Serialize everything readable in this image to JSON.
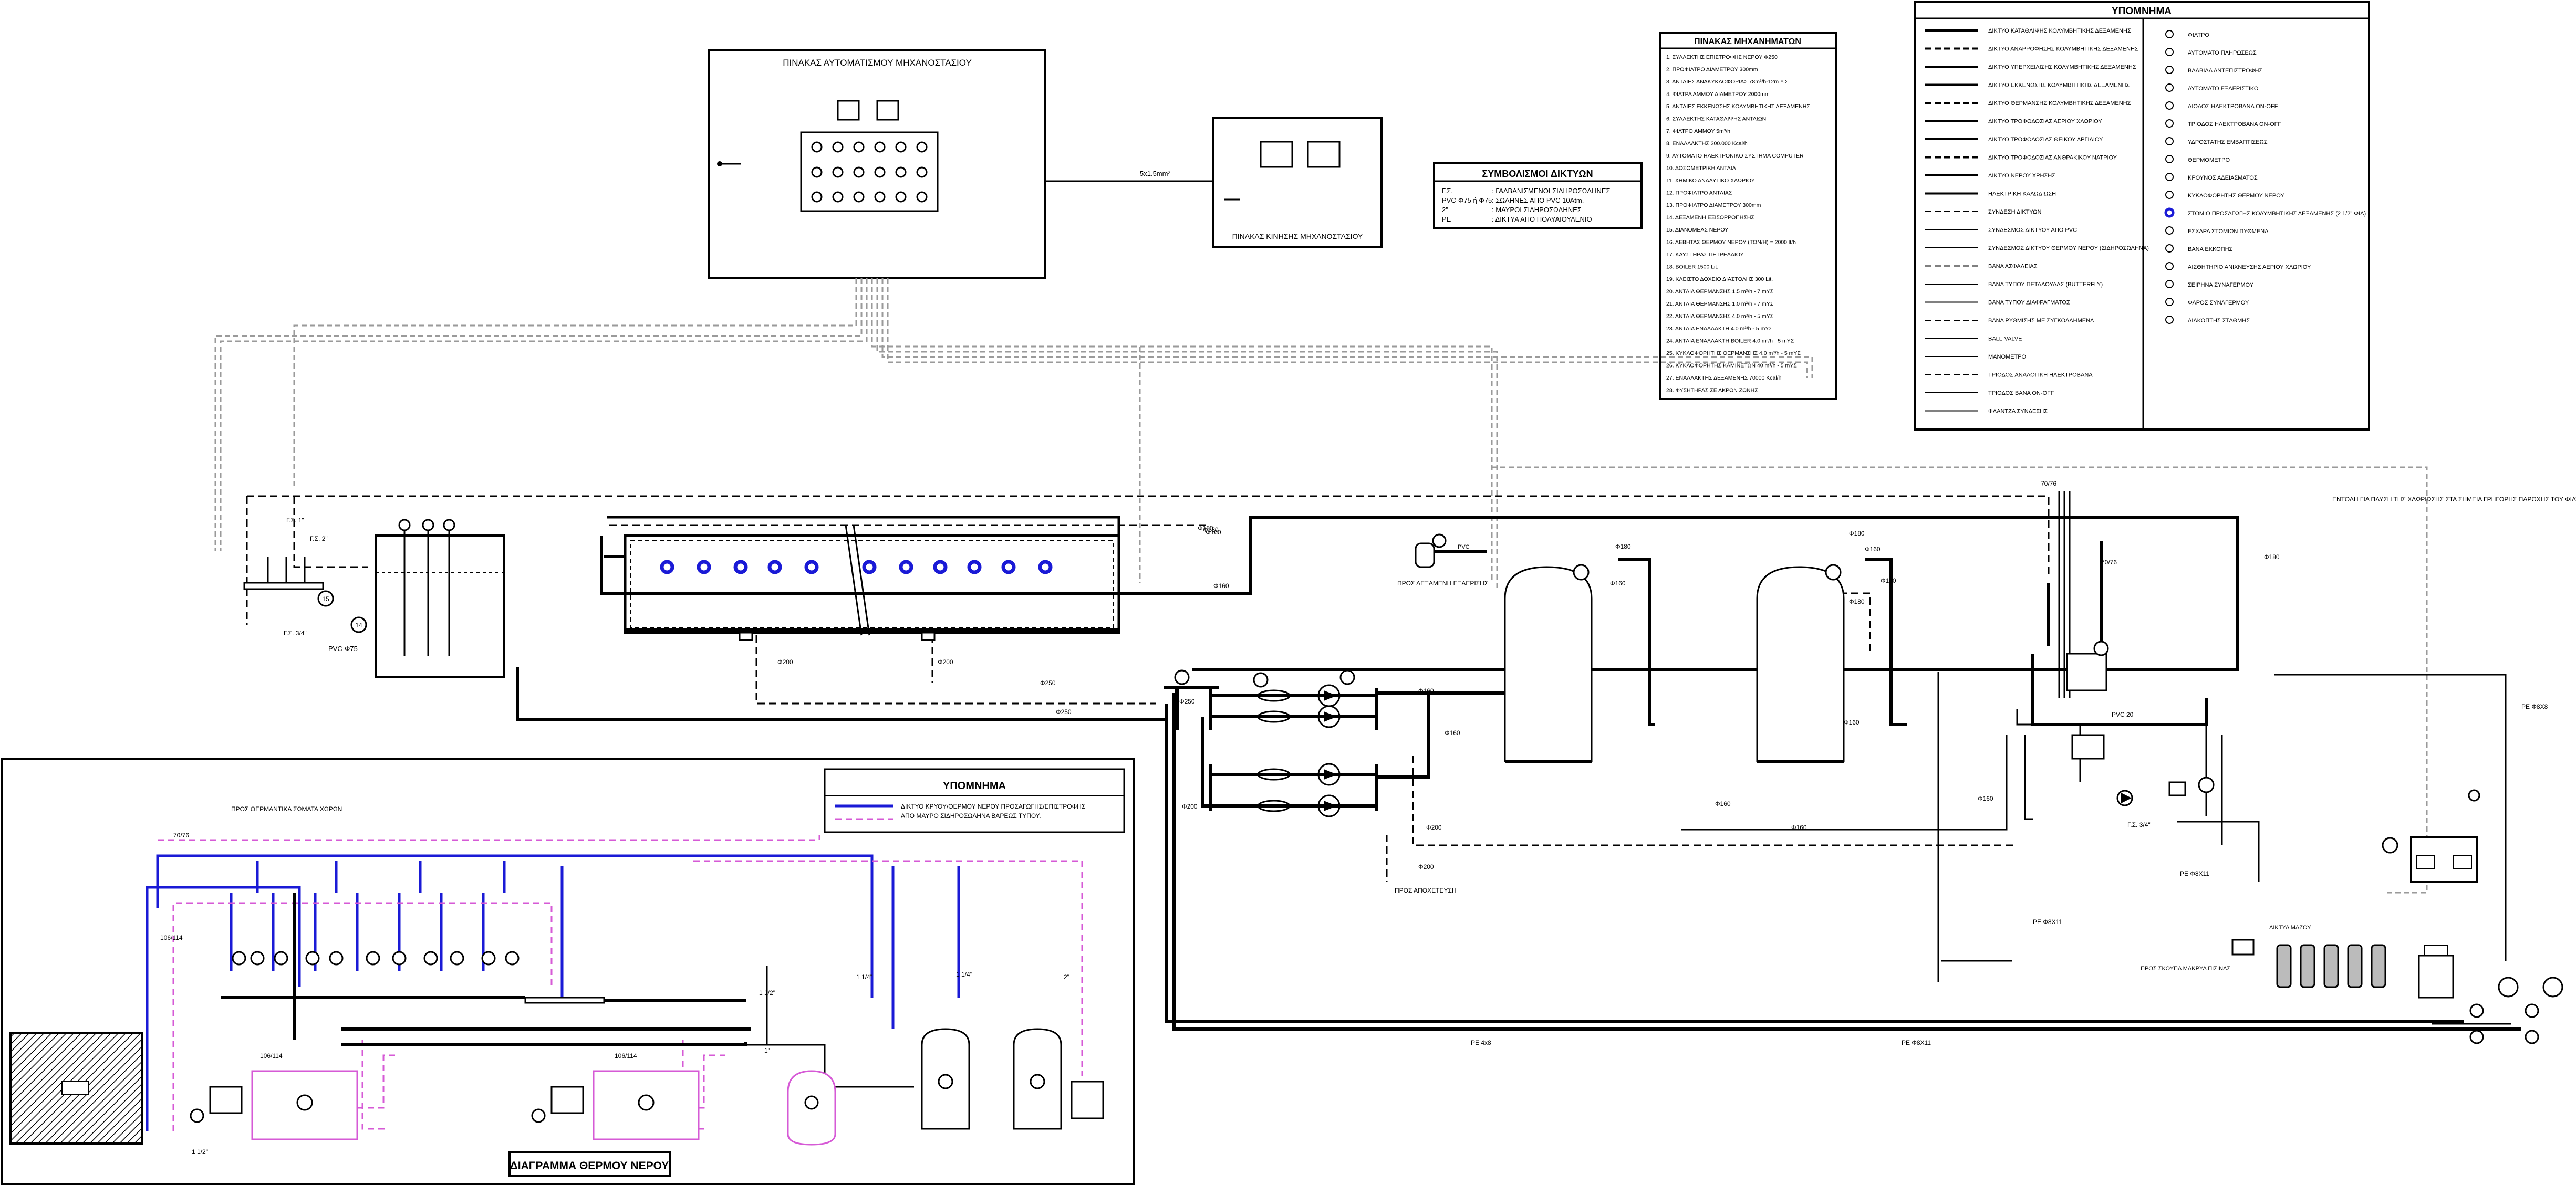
{
  "panels": {
    "automation_panel_title": "ΠΙΝΑΚΑΣ ΑΥΤΟΜΑΤΙΣΜΟΥ ΜΗΧΑΝΟΣΤΑΣΙΟΥ",
    "motion_panel_title": "ΠΙΝΑΚΑΣ ΚΙΝΗΣΗΣ ΜΗΧΑΝΟΣΤΑΣΙΟΥ",
    "cable_label": "5x1.5mm²"
  },
  "network_symbols": {
    "title": "ΣΥΜΒΟΛΙΣΜΟΙ ΔΙΚΤΥΩΝ",
    "rows": [
      {
        "code": "Γ.Σ.",
        "text": ": ΓΑΛΒΑΝΙΣΜΕΝΟΙ ΣΙΔΗΡΟΣΩΛΗΝΕΣ"
      },
      {
        "code": "PVC-Φ75 ή Φ75",
        "text": ": ΣΩΛΗΝΕΣ ΑΠΟ PVC 10Atm."
      },
      {
        "code": "2\"",
        "text": ": ΜΑΥΡΟΙ ΣΙΔΗΡΟΣΩΛΗΝΕΣ"
      },
      {
        "code": "PE",
        "text": ": ΔΙΚΤΥΑ ΑΠΟ ΠΟΛΥΑΙΘΥΛΕΝΙΟ"
      }
    ]
  },
  "machinery_table": {
    "title": "ΠΙΝΑΚΑΣ ΜΗΧΑΝΗΜΑΤΩΝ",
    "rows": [
      "1. ΣΥΛΛΕΚΤΗΣ ΕΠΙΣΤΡΟΦΗΣ ΝΕΡΟΥ Φ250",
      "2. ΠΡΟΦΙΛΤΡΟ ΔΙΑΜΕΤΡΟΥ 300mm",
      "3. ΑΝΤΛΙΕΣ ΑΝΑΚΥΚΛΟΦΟΡΙΑΣ 78m³/h-12m Υ.Σ.",
      "4. ΦΙΛΤΡΑ ΑΜΜΟΥ ΔΙΑΜΕΤΡΟΥ 2000mm",
      "5. ΑΝΤΛΙΕΣ ΕΚΚΕΝΩΣΗΣ ΚΟΛΥΜΒΗΤΙΚΗΣ ΔΕΞΑΜΕΝΗΣ",
      "6. ΣΥΛΛΕΚΤΗΣ ΚΑΤΑΘΛΙΨΗΣ ΑΝΤΛΙΩΝ",
      "7. ΦΙΛΤΡΟ ΑΜΜΟΥ 5m³/h",
      "8. ΕΝΑΛΛΑΚΤΗΣ 200.000 Kcal/h",
      "9. ΑΥΤΟΜΑΤΟ ΗΛΕΚΤΡΟΝΙΚΟ ΣΥΣΤΗΜΑ COMPUTER",
      "10. ΔΟΣΟΜΕΤΡΙΚΗ ΑΝΤΛΙΑ",
      "11. ΧΗΜΙΚΟ ΑΝΑΛΥΤΙΚΟ ΧΛΩΡΙΟΥ",
      "12. ΠΡΟΦΙΛΤΡΟ ΑΝΤΛΙΑΣ",
      "13. ΠΡΟΦΙΛΤΡΟ ΔΙΑΜΕΤΡΟΥ 300mm",
      "14. ΔΕΞΑΜΕΝΗ ΕΞΙΣΟΡΡΟΠΗΣΗΣ",
      "15. ΔΙΑΝΟΜΕΑΣ ΝΕΡΟΥ",
      "16. ΛΕΒΗΤΑΣ ΘΕΡΜΟΥ ΝΕΡΟΥ (ΤΟΝ/Η) = 2000 lt/h",
      "17. ΚΑΥΣΤΗΡΑΣ ΠΕΤΡΕΛΑΙΟΥ",
      "18. BOILER 1500 Lit.",
      "19. ΚΛΕΙΣΤΟ ΔΟΧΕΙΟ ΔΙΑΣΤΟΛΗΣ 300 Lit.",
      "20. ΑΝΤΛΙΑ ΘΕΡΜΑΝΣΗΣ 1.5 m³/h - 7 mYΣ",
      "21. ΑΝΤΛΙΑ ΘΕΡΜΑΝΣΗΣ 1.0 m³/h - 7 mYΣ",
      "22. ΑΝΤΛΙΑ ΘΕΡΜΑΝΣΗΣ 4.0 m³/h - 5 mYΣ",
      "23. ΑΝΤΛΙΑ ΕΝΑΛΛΑΚΤΗ 4.0 m³/h - 5 mYΣ",
      "24. ΑΝΤΛΙΑ ΕΝΑΛΛΑΚΤΗ BOILER 4.0 m³/h - 5 mYΣ",
      "25. ΚΥΚΛΟΦΟΡΗΤΗΣ ΘΕΡΜΑΝΣΗΣ 4.0 m³/h - 5 mYΣ",
      "26. ΚΥΚΛΟΦΟΡΗΤΗΣ ΚΑΜΙΝΕΤΩΝ 40 m³/h - 5 mYΣ",
      "27. ΕΝΑΛΛΑΚΤΗΣ ΔΕΞΑΜΕΝΗΣ 70000 Kcal/h",
      "28. ΦΥΣΗΤΗΡΑΣ ΣΕ ΑΚΡΟΝ ΖΩΝΗΣ"
    ]
  },
  "legend": {
    "title": "ΥΠΟΜΝΗΜΑ",
    "left": [
      "ΔΙΚΤΥΟ ΚΑΤΑΘΛΙΨΗΣ ΚΟΛΥΜΒΗΤΙΚΗΣ ΔΕΞΑΜΕΝΗΣ",
      "ΔΙΚΤΥΟ ΑΝΑΡΡΟΦΗΣΗΣ ΚΟΛΥΜΒΗΤΙΚΗΣ ΔΕΞΑΜΕΝΗΣ",
      "ΔΙΚΤΥΟ ΥΠΕΡΧΕΙΛΙΣΗΣ ΚΟΛΥΜΒΗΤΙΚΗΣ ΔΕΞΑΜΕΝΗΣ",
      "ΔΙΚΤΥΟ ΕΚΚΕΝΩΣΗΣ ΚΟΛΥΜΒΗΤΙΚΗΣ ΔΕΞΑΜΕΝΗΣ",
      "ΔΙΚΤΥΟ ΘΕΡΜΑΝΣΗΣ ΚΟΛΥΜΒΗΤΙΚΗΣ ΔΕΞΑΜΕΝΗΣ",
      "ΔΙΚΤΥΟ ΤΡΟΦΟΔΟΣΙΑΣ ΑΕΡΙΟΥ ΧΛΩΡΙΟΥ",
      "ΔΙΚΤΥΟ ΤΡΟΦΟΔΟΣΙΑΣ ΘΕΙΚΟΥ ΑΡΓΙΛΙΟΥ",
      "ΔΙΚΤΥΟ ΤΡΟΦΟΔΟΣΙΑΣ ΑΝΘΡΑΚΙΚΟΥ ΝΑΤΡΙΟΥ",
      "ΔΙΚΤΥΟ ΝΕΡΟΥ ΧΡΗΣΗΣ",
      "ΗΛΕΚΤΡΙΚΗ ΚΑΛΩΔΙΩΣΗ",
      "ΣΥΝΔΕΣΗ ΔΙΚΤΥΩΝ",
      "ΣΥΝΔΕΣΜΟΣ ΔΙΚΤΥΟΥ ΑΠΟ PVC",
      "ΣΥΝΔΕΣΜΟΣ ΔΙΚΤΥΟΥ ΘΕΡΜΟΥ ΝΕΡΟΥ (ΣΙΔΗΡΟΣΩΛΗΝΑ)",
      "ΒΑΝΑ ΑΣΦΑΛΕΙΑΣ",
      "ΒΑΝΑ ΤΥΠΟΥ ΠΕΤΑΛΟΥΔΑΣ (BUTTERFLY)",
      "ΒΑΝΑ ΤΥΠΟΥ ΔΙΑΦΡΑΓΜΑΤΟΣ",
      "ΒΑΝΑ ΡΥΘΜΙΣΗΣ ΜΕ ΣΥΓΚΟΛΛΗΜΕΝΑ",
      "BALL-VALVE",
      "ΜΑΝΟΜΕΤΡΟ",
      "ΤΡΙΟΔΟΣ ΑΝΑΛΟΓΙΚΗ ΗΛΕΚΤΡΟΒΑΝΑ",
      "ΤΡΙΟΔΟΣ ΒΑΝΑ ON-OFF",
      "ΦΛΑΝΤΖΑ ΣΥΝΔΕΣΗΣ"
    ],
    "right": [
      "ΦΙΛΤΡΟ",
      "ΑΥΤΟΜΑΤΟ ΠΛΗΡΩΣΕΩΣ",
      "ΒΑΛΒΙΔΑ ΑΝΤΕΠΙΣΤΡΟΦΗΣ",
      "ΑΥΤΟΜΑΤΟ ΕΞΑΕΡΙΣΤΙΚΟ",
      "ΔΙΟΔΟΣ ΗΛΕΚΤΡΟΒΑΝΑ ON-OFF",
      "ΤΡΙΟΔΟΣ ΗΛΕΚΤΡΟΒΑΝΑ ON-OFF",
      "ΥΔΡΟΣΤΑΤΗΣ ΕΜΒΑΠΤΙΣΕΩΣ",
      "ΘΕΡΜΟΜΕΤΡΟ",
      "ΚΡΟΥΝΟΣ ΑΔΕΙΑΣΜΑΤΟΣ",
      "ΚΥΚΛΟΦΟΡΗΤΗΣ ΘΕΡΜΟΥ ΝΕΡΟΥ",
      "ΣΤΟΜΙΟ ΠΡΟΣΑΓΩΓΗΣ ΚΟΛΥΜΒΗΤΙΚΗΣ ΔΕΞΑΜΕΝΗΣ (2 1/2\" ΦΙΛ)",
      "ΕΣΧΑΡΑ ΣΤΟΜΙΩΝ ΠΥΘΜΕΝΑ",
      "ΒΑΝΑ ΕΚΚΟΠΗΣ",
      "ΑΙΣΘΗΤΗΡΙΟ ΑΝΙΧΝΕΥΣΗΣ ΑΕΡΙΟΥ ΧΛΩΡΙΟΥ",
      "ΣΕΙΡΗΝΑ ΣΥΝΑΓΕΡΜΟΥ",
      "ΦΑΡΟΣ ΣΥΝΑΓΕΡΜΟΥ",
      "ΔΙΑΚΟΠΤΗΣ ΣΤΑΘΜΗΣ"
    ]
  },
  "inset_legend": {
    "title": "ΥΠΟΜΝΗΜΑ",
    "line1": "ΔΙΚΤΥΟ ΚΡΥΟΥ/ΘΕΡΜΟΥ ΝΕΡΟΥ ΠΡΟΣΑΓΩΓΗΣ/ΕΠΙΣΤΡΟΦΗΣ",
    "line2": "ΑΠΟ ΜΑΥΡΟ ΣΙΔΗΡΟΣΩΛΗΝΑ ΒΑΡΕΩΣ ΤΥΠΟΥ."
  },
  "inset": {
    "title": "ΔΙΑΓΡΑΜΜΑ ΘΕΡΜΟΥ ΝΕΡΟΥ",
    "to_heating": "ΠΡΟΣ ΘΕΡΜΑΝΤΙΚΑ ΣΩΜΑΤΑ ΧΩΡΩΝ",
    "label_106": "106/114",
    "label_7076": "70/76",
    "label_1_14": "1 1/4\"",
    "label_1_12": "1 1/2\"",
    "label_2": "2\"",
    "label_1": "1\""
  },
  "labels": {
    "to_expansion": "ΠΡΟΣ ΔΕΞΑΜΕΝΗ ΕΞΑΕΡΙΣΗΣ",
    "to_drain": "ΠΡΟΣ ΑΠΟΧΕΤΕΥΣΗ",
    "to_sampling": "ΠΡΟΣ ΣΚΟΥΠΑ ΜΑΚΡΥΑ ΠΙΣΙΝΑΣ",
    "dosing": "ΔΙΚΤΥΑ ΜΑΖΟΥ",
    "note_right": "ΕΝΤΟΛΗ ΓΙΑ ΠΛΥΣΗ ΤΗΣ ΧΛΩΡΙΩΣΗΣ ΣΤΑ ΣΗΜΕΙΑ ΓΡΗΓΟΡΗΣ ΠΑΡΟΧΗΣ ΤΟΥ ΦΙΛΤΡΟΥ",
    "phi250": "Φ250",
    "phi200": "Φ200",
    "phi180": "Φ180",
    "phi160": "Φ160",
    "pvc75": "PVC-Φ75",
    "pvc20": "PVC 20",
    "pe4x11": "PE Φ8X11",
    "pe4x8": "PE Φ8X8",
    "pe4x6": "PE 4x8",
    "gs34": "Γ.Σ. 3/4\"",
    "gs14": "Γ.Σ. 1\"",
    "gs2": "Γ.Σ. 2\"",
    "v7076": "70/76",
    "pvc_tag": "PVC",
    "pe_tag": "PE",
    "n15": "15",
    "n14": "14"
  }
}
